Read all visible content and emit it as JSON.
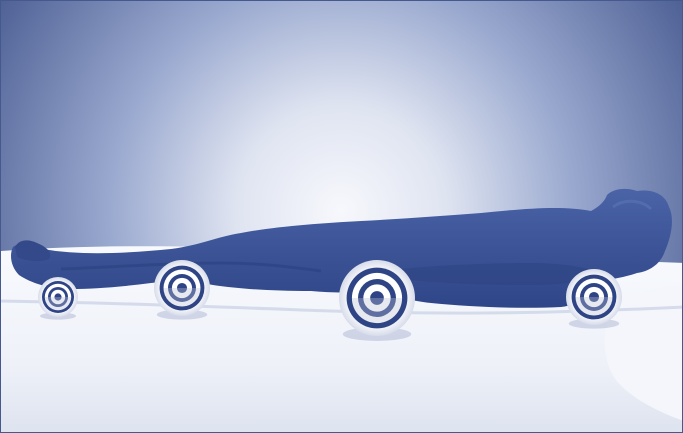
{
  "illustration": {
    "subject": "figure-lying-on-mattress",
    "colors": {
      "sky_center": "#f4f6fb",
      "sky_mid": "#9aa9cf",
      "sky_edge": "#46598f",
      "body": "#3c5699",
      "body_shadow": "#2d4382",
      "mattress": "#eef1f8",
      "mattress_shadow": "#c8d0e4",
      "target_ring": "#ffffff",
      "target_inner": "#2e4485"
    },
    "pressure_points": [
      {
        "name": "heel-pressure-point",
        "icon": "target-icon"
      },
      {
        "name": "knee-pressure-point",
        "icon": "target-icon"
      },
      {
        "name": "hip-pressure-point",
        "icon": "target-icon"
      },
      {
        "name": "shoulder-pressure-point",
        "icon": "target-icon"
      }
    ]
  }
}
